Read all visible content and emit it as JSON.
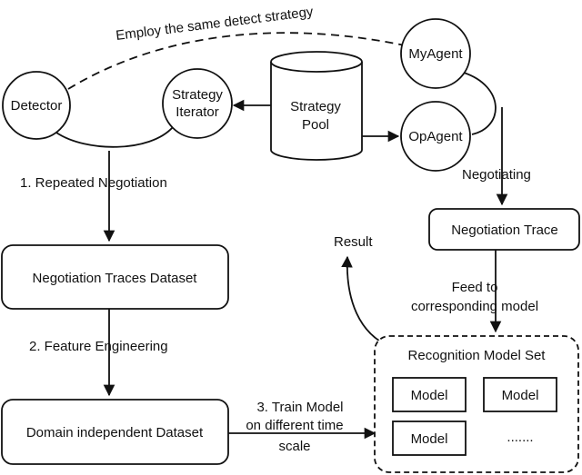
{
  "nodes": {
    "detector": "Detector",
    "strategy_iterator": [
      "Strategy",
      "Iterator"
    ],
    "strategy_pool": [
      "Strategy",
      "Pool"
    ],
    "my_agent": "MyAgent",
    "op_agent": "OpAgent",
    "negotiation_traces_dataset": "Negotiation Traces Dataset",
    "domain_independent_dataset": "Domain independent Dataset",
    "negotiation_trace": "Negotiation Trace",
    "recognition_model_set": "Recognition Model Set",
    "models": [
      "Model",
      "Model",
      "Model"
    ],
    "ellipsis": "......."
  },
  "edges": {
    "employ_same_strategy": "Employ the same detect strategy",
    "repeated_negotiation": "1. Repeated Negotiation",
    "feature_engineering": "2. Feature Engineering",
    "train_model": [
      "3. Train Model",
      "on different time",
      "scale"
    ],
    "negotiating": "Negotiating",
    "feed_to": [
      "Feed to",
      "corresponding model"
    ],
    "result": "Result"
  }
}
